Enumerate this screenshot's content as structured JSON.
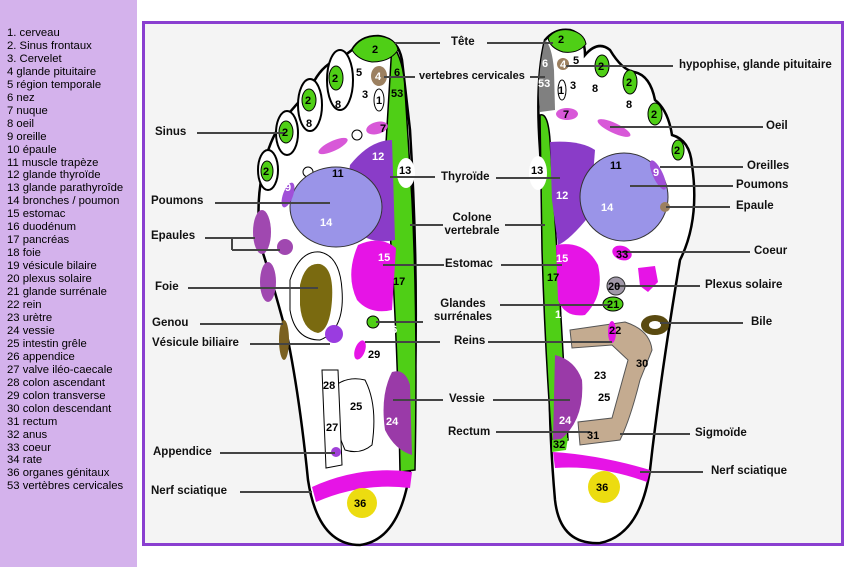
{
  "legend": {
    "items": [
      "1. cerveau",
      "2. Sinus frontaux",
      "3. Cervelet",
      "4 glande pituitaire",
      "5 région temporale",
      "6 nez",
      "7 nuque",
      "8 oeil",
      "9 oreille",
      "10 épaule",
      "11 muscle trapèze",
      "12 glande thyroïde",
      "13 glande parathyroîde",
      "14 bronches / poumon",
      "15 estomac",
      "16 duodénum",
      "17 pancréas",
      "18 foie",
      "19 vésicule bilaire",
      "20 plexus solaire",
      "21 glande surrénale",
      "22 rein",
      "23 urètre",
      "24 vessie",
      "25 intestin grêle",
      "26 appendice",
      "27 valve iléo-caecale",
      "28 colon ascendant",
      "29 colon transverse",
      "30 colon descendant",
      "31 rectum",
      "32 anus",
      "33 coeur",
      "34 rate",
      "36 organes génitaux",
      "53 vertèbres cervicales"
    ]
  },
  "labels": {
    "left": {
      "sinus": "Sinus",
      "poumons": "Poumons",
      "epaules": "Epaules",
      "foie": "Foie",
      "genou": "Genou",
      "vesicule": "Vésicule biliaire",
      "appendice": "Appendice",
      "nerf": "Nerf sciatique"
    },
    "center": {
      "tete": "Tête",
      "vertebres": "vertebres cervicales",
      "thyroide": "Thyroïde",
      "colone_1": "Colone",
      "colone_2": "vertebrale",
      "estomac": "Estomac",
      "glandes_1": "Glandes",
      "glandes_2": "surrénales",
      "reins": "Reins",
      "vessie": "Vessie",
      "rectum": "Rectum"
    },
    "right": {
      "hypophise": "hypophise, glande pituitaire",
      "oeil": "Oeil",
      "oreilles": "Oreilles",
      "poumons": "Poumons",
      "epaule": "Epaule",
      "coeur": "Coeur",
      "plexus": "Plexus solaire",
      "bile": "Bile",
      "sigmoide": "Sigmoïde",
      "nerf": "Nerf sciatique"
    }
  },
  "zone_numbers": {
    "n1": "1",
    "n2": "2",
    "n3": "3",
    "n4": "4",
    "n5": "5",
    "n6": "6",
    "n7": "7",
    "n8": "8",
    "n9": "9",
    "n11": "11",
    "n12": "12",
    "n13": "13",
    "n14": "14",
    "n15": "15",
    "n16": "16",
    "n17": "17",
    "n20": "20",
    "n21": "21",
    "n22": "22",
    "n23": "23",
    "n24": "24",
    "n25": "25",
    "n27": "27",
    "n28": "28",
    "n29": "29",
    "n30": "30",
    "n31": "31",
    "n32": "32",
    "n33": "33",
    "n36": "36",
    "n53": "53"
  },
  "colors": {
    "sidebar": "#d4b2ec",
    "frame_border": "#8a3fd0",
    "sinus_green": "#4fcf16",
    "thyroid_purple": "#8a3cc8",
    "lung_lavender": "#9a94e8",
    "stomach_magenta": "#e614e6",
    "bladder_purple": "#9a3aa8",
    "liver_olive": "#7a6a10",
    "colon_tan": "#c4ab90",
    "genital_yellow": "#ecdc10",
    "sciatic_pink": "#e6149e"
  }
}
